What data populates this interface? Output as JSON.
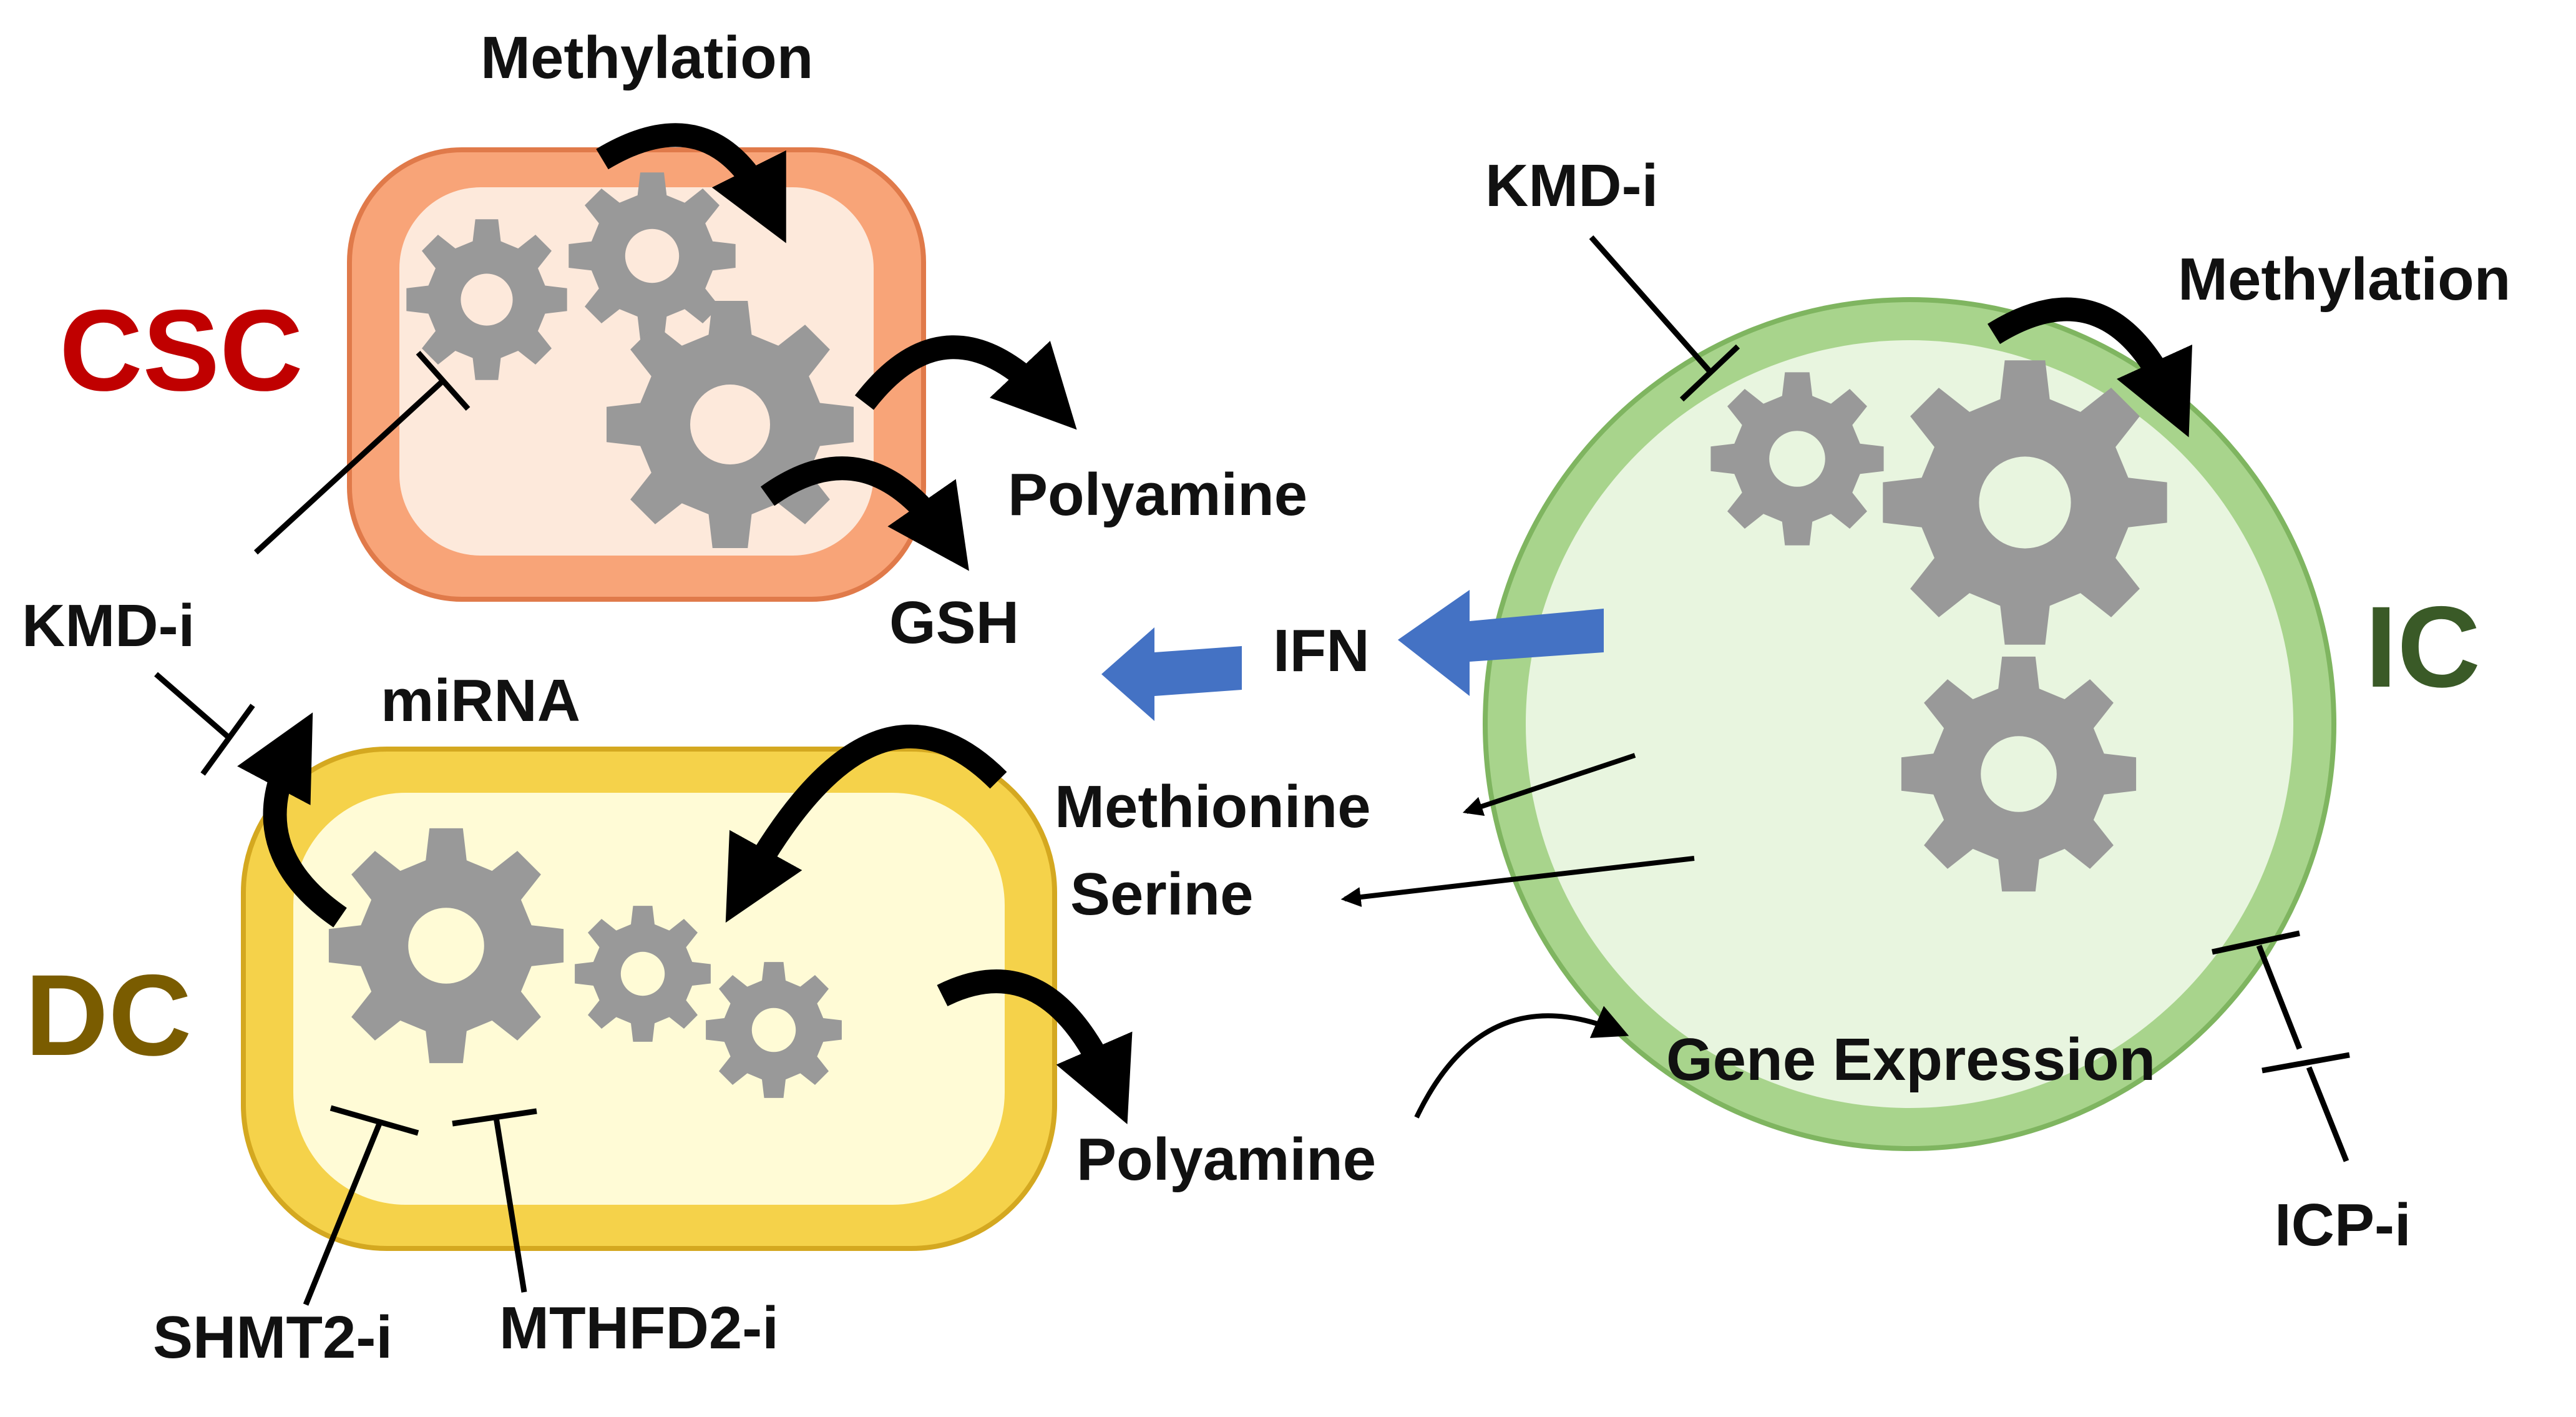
{
  "cells": {
    "csc": {
      "label": "CSC",
      "color": "#c00000"
    },
    "dc": {
      "label": "DC",
      "color": "#7a5c00"
    },
    "ic": {
      "label": "IC",
      "color": "#3a5a27"
    }
  },
  "labels": {
    "methylation_csc": "Methylation",
    "methylation_ic": "Methylation",
    "polyamine_csc": "Polyamine",
    "gsh": "GSH",
    "kmd_i_csc": "KMD-i",
    "kmd_i_ic": "KMD-i",
    "mirna": "miRNA",
    "ifn": "IFN",
    "methionine": "Methionine",
    "serine": "Serine",
    "gene_expression": "Gene Expression",
    "polyamine_dc": "Polyamine",
    "icp_i": "ICP-i",
    "shmt2_i": "SHMT2-i",
    "mthfd2_i": "MTHFD2-i"
  },
  "colors": {
    "csc_fill": "#f8a478",
    "csc_inner": "#fde9db",
    "dc_fill": "#f5d24a",
    "dc_inner": "#fffbd6",
    "ic_fill": "#a8d48c",
    "ic_inner": "#e8f5df",
    "gear": "#999999",
    "ifn_arrow": "#4472c4"
  }
}
